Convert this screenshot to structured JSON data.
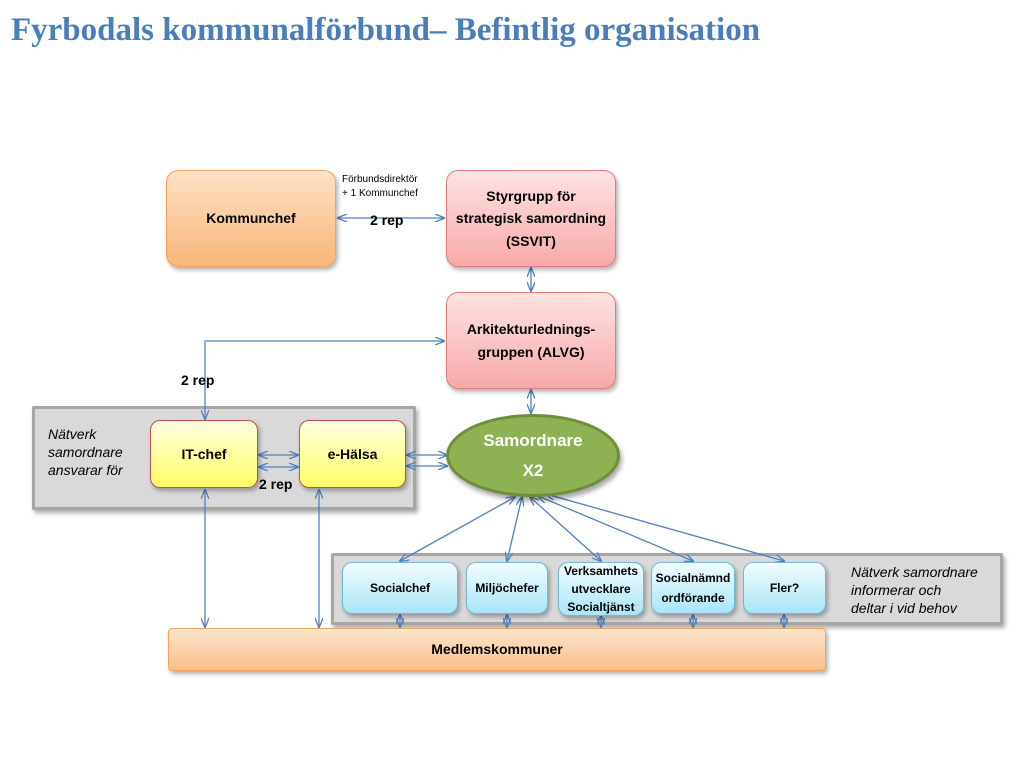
{
  "title": "Fyrbodals kommunalförbund– Befintlig organisation",
  "nodes": {
    "kommunchef": "Kommunchef",
    "styrgrupp": [
      "Styrgrupp för",
      "strategisk samordning",
      "(SSVIT)"
    ],
    "alvg": [
      "Arkitekturlednings-",
      "gruppen (ALVG)"
    ],
    "samordnare": [
      "Samordnare",
      "X2"
    ],
    "itchef": "IT-chef",
    "ehalsa": "e-Hälsa",
    "socialchef": "Socialchef",
    "miljochefer": "Miljöchefer",
    "verksamhets": [
      "Verksamhets",
      "utvecklare",
      "Socialtjänst"
    ],
    "socialnamnd": [
      "Socialnämnd",
      "ordförande"
    ],
    "fler": "Fler?",
    "medlemskommuner": "Medlemskommuner"
  },
  "labels": {
    "forbund_line1": "Förbundsdirektör",
    "forbund_line2": "+ 1 Kommunchef",
    "rep_top": "2 rep",
    "rep_left": "2 rep",
    "rep_mid": "2 rep"
  },
  "notes": {
    "left": [
      "Nätverk",
      "samordnare",
      "ansvarar för"
    ],
    "right": [
      "Nätverk samordnare",
      "informerar och",
      "deltar i vid behov"
    ]
  },
  "colors": {
    "title": "#4a7ebb",
    "arrow": "#4f81bd",
    "ellipse": "#8db153"
  }
}
